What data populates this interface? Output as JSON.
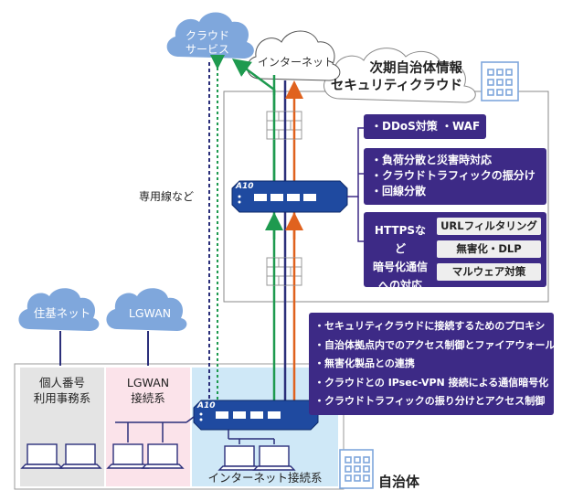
{
  "clouds": {
    "cloud_service": "クラウド\nサービス",
    "internet": "インターネット",
    "jyuki_net": "住基ネット",
    "lgwan": "LGWAN"
  },
  "security_cloud": {
    "title_line1": "次期自治体情報",
    "title_line2": "セキュリティクラウド"
  },
  "dedicated_line_label": "専用線など",
  "feature_boxes": {
    "box1": [
      "・DDoS対策 ・WAF"
    ],
    "box2": [
      "・負荷分散と災害時対応",
      "・クラウドトラフィックの振分け",
      "・回線分散"
    ],
    "box3_label": "HTTPSなど\n暗号化通信\nへの対応",
    "box3_items": [
      "URLフィルタリング",
      "無害化・DLP",
      "マルウェア対策"
    ],
    "box4": [
      "・セキュリティクラウドに接続するためのプロキシ",
      "・自治体拠点内でのアクセス制御とファイアウォール",
      "・無害化製品との連携",
      "・クラウドとの IPsec-VPN 接続による通信暗号化",
      "・クラウドトラフィックの振り分けとアクセス制御"
    ]
  },
  "device_logo": "A10",
  "zones": {
    "personal": "個人番号\n利用事務系",
    "lgwan": "LGWAN\n接続系",
    "internet": "インターネット接続系"
  },
  "municipality_label": "自治体",
  "colors": {
    "purple": "#3d2a86",
    "device_blue": "#1f4aa0",
    "green": "#1e9a4f",
    "orange": "#e0621e",
    "navy": "#2b2f7a",
    "cloud_blue": "#7fa7dc",
    "zone_gray": "#e4e4e4",
    "zone_pink": "#fbe3ea",
    "zone_blue": "#cfe8f7"
  }
}
